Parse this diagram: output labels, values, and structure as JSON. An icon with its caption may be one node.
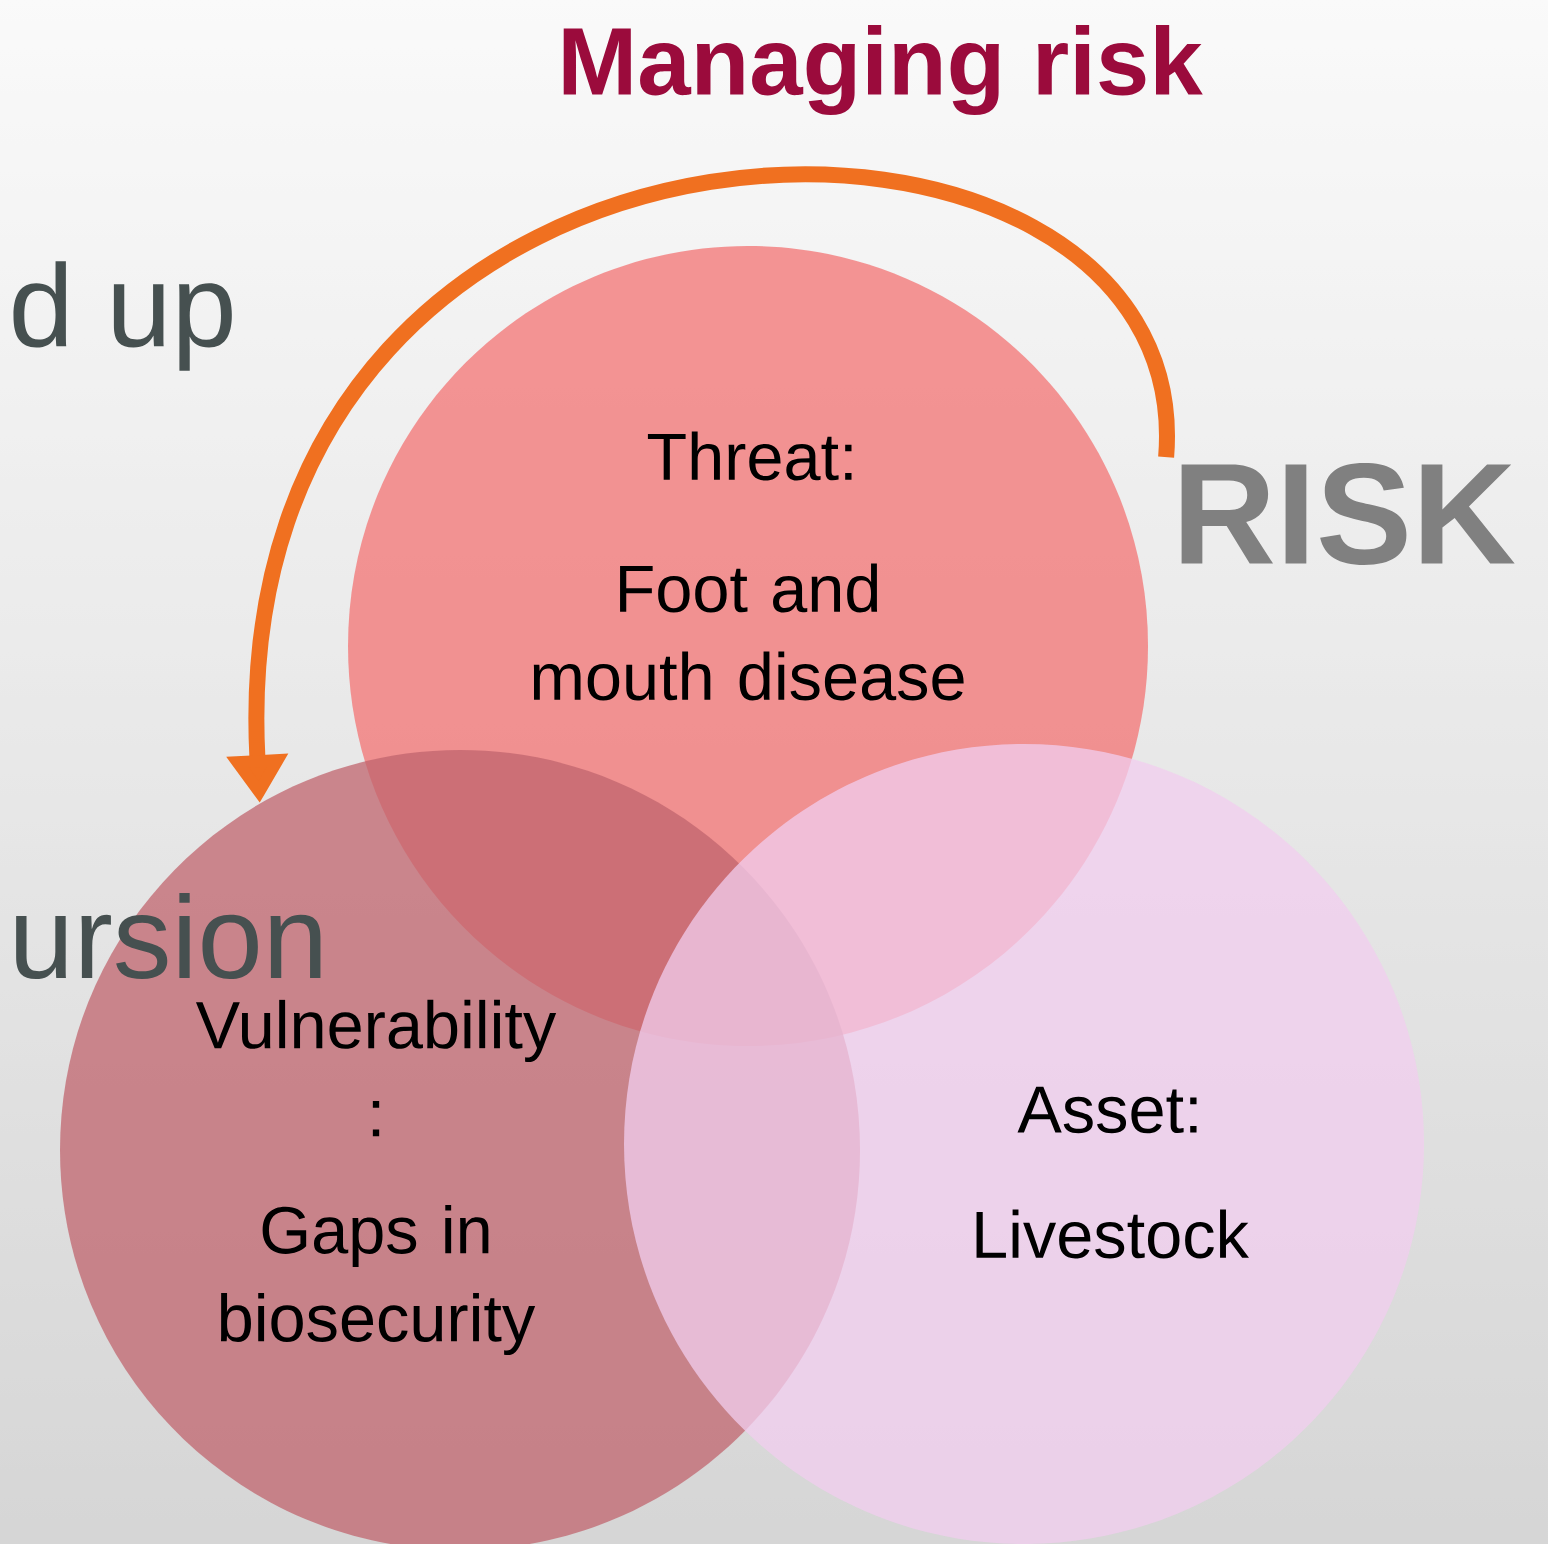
{
  "diagram": {
    "title": "Managing risk",
    "nodes": [
      {
        "text": [
          "Threat:",
          "Foot and mouth disease"
        ]
      },
      {
        "text": [
          "RISK"
        ]
      },
      {
        "text": [
          "Vulnerability :",
          "Gaps in biosecurity"
        ]
      },
      {
        "text": [
          "Asset:",
          "Livestock"
        ]
      }
    ],
    "edges": [
      {
        "from": 1,
        "to": 2,
        "arrow": "to",
        "color": "#f07020"
      }
    ],
    "labels": [
      "d up",
      "ursion"
    ]
  }
}
